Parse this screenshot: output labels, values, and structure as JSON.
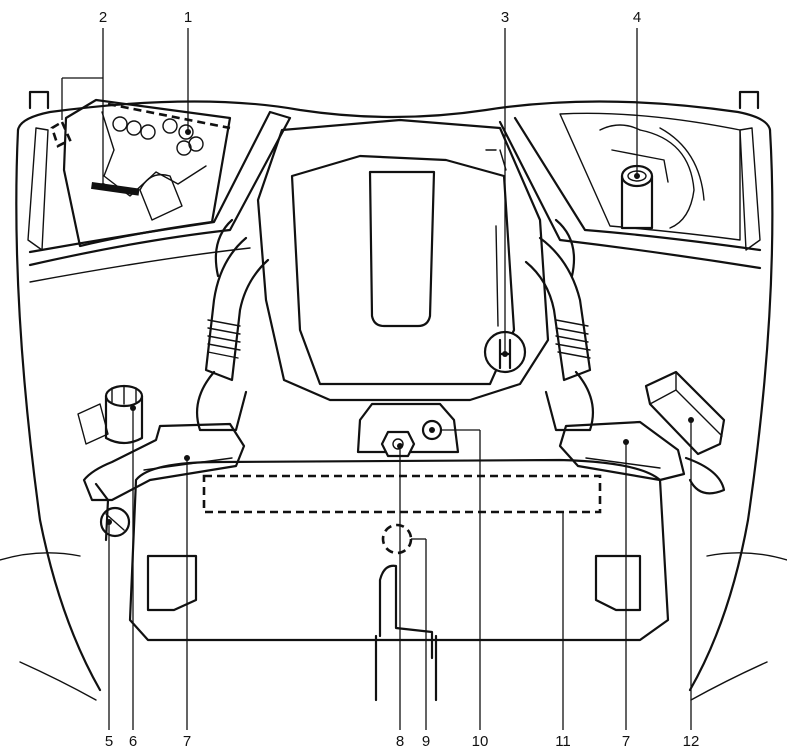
{
  "callouts": [
    {
      "id": "c1",
      "label": "1"
    },
    {
      "id": "c2",
      "label": "2"
    },
    {
      "id": "c3",
      "label": "3"
    },
    {
      "id": "c4",
      "label": "4"
    },
    {
      "id": "c5",
      "label": "5"
    },
    {
      "id": "c6",
      "label": "6"
    },
    {
      "id": "c7a",
      "label": "7"
    },
    {
      "id": "c7b",
      "label": "7"
    },
    {
      "id": "c8",
      "label": "8"
    },
    {
      "id": "c9",
      "label": "9"
    },
    {
      "id": "c10",
      "label": "10"
    },
    {
      "id": "c11",
      "label": "11"
    },
    {
      "id": "c12",
      "label": "12"
    }
  ],
  "colors": {
    "stroke": "#111111",
    "background": "#ffffff",
    "shade": "#d9d9d9"
  }
}
